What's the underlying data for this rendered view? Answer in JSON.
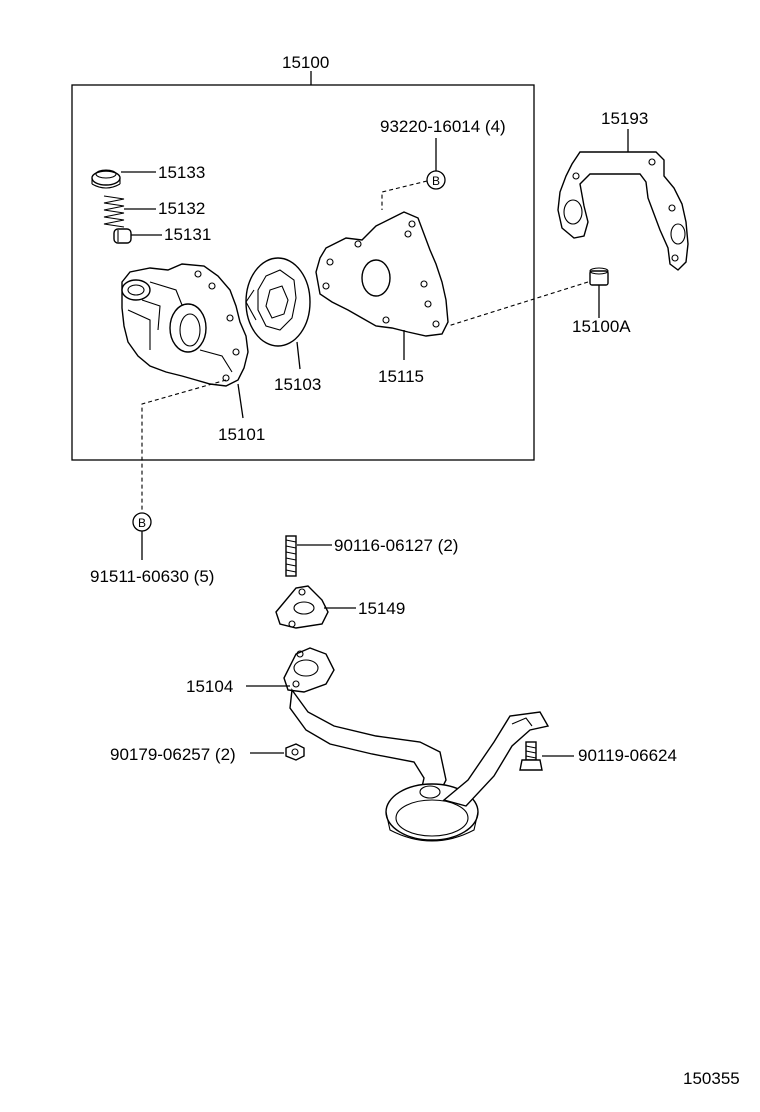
{
  "diagram": {
    "labels": {
      "assembly": "15100",
      "relief_plug": "15133",
      "relief_spring": "15132",
      "relief_valve": "15131",
      "pump_body": "15101",
      "rotor_set": "15103",
      "pump_cover": "15115",
      "screw": "93220-16014 (4)",
      "gasket": "15193",
      "pin": "15100A",
      "bolt": "91511-60630 (5)",
      "stud": "90116-06127 (2)",
      "strainer_gasket": "15149",
      "strainer": "15104",
      "nut": "90179-06257 (2)",
      "strainer_bolt": "90119-06624",
      "diagram_code": "150355"
    },
    "ref_letters": {
      "top": "B",
      "bottom": "B"
    }
  }
}
